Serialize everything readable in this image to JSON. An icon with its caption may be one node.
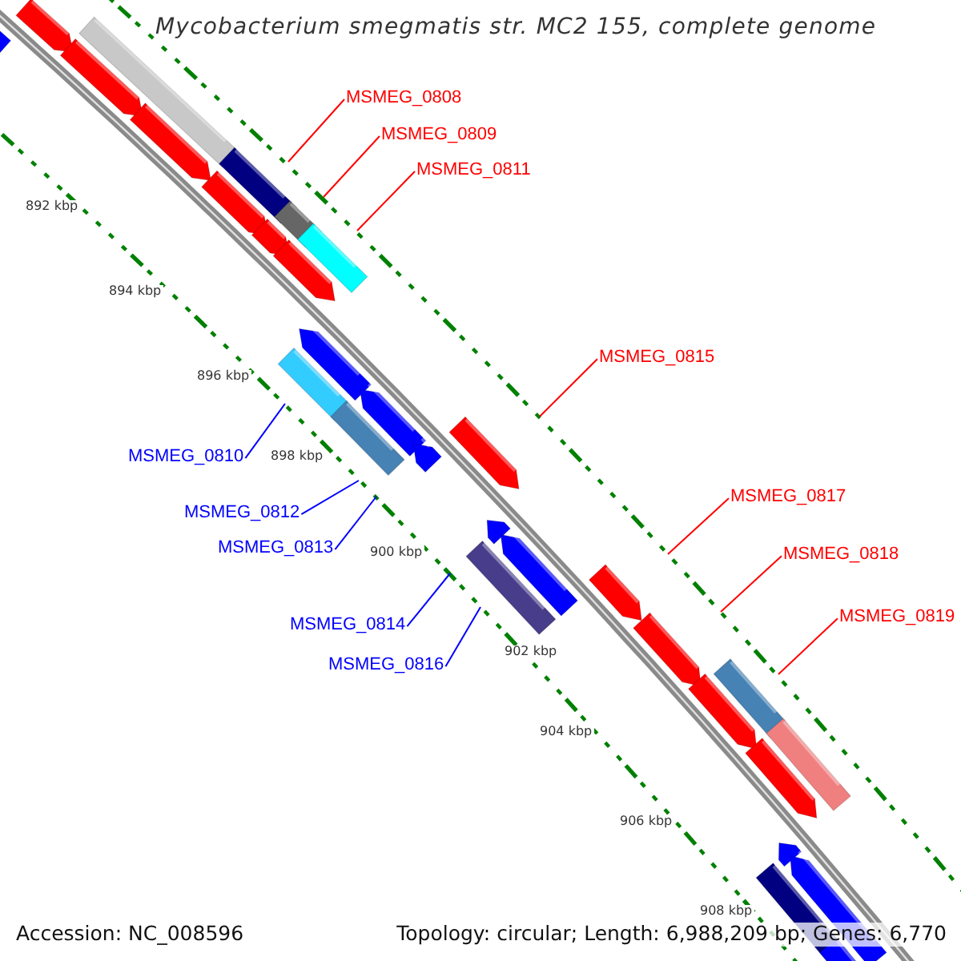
{
  "diagram": {
    "title": "Mycobacterium smegmatis str. MC2 155, complete genome",
    "nodes": [
      {
        "text": [
          "MSMEG_0808"
        ]
      },
      {
        "text": [
          "MSMEG_0809"
        ]
      },
      {
        "text": [
          "MSMEG_0811"
        ]
      },
      {
        "text": [
          "MSMEG_0815"
        ]
      },
      {
        "text": [
          "MSMEG_0810"
        ]
      },
      {
        "text": [
          "MSMEG_0817"
        ]
      },
      {
        "text": [
          "MSMEG_0812"
        ]
      },
      {
        "text": [
          "MSMEG_0813"
        ]
      },
      {
        "text": [
          "MSMEG_0818"
        ]
      },
      {
        "text": [
          "MSMEG_0819"
        ]
      },
      {
        "text": [
          "MSMEG_0814"
        ]
      },
      {
        "text": [
          "MSMEG_0816"
        ]
      }
    ],
    "edges": [
      {
        "from": 0,
        "to": null,
        "arrow": "none",
        "color": "#ff0000"
      },
      {
        "from": 1,
        "to": null,
        "arrow": "none",
        "color": "#ff0000"
      },
      {
        "from": 2,
        "to": null,
        "arrow": "none",
        "color": "#ff0000"
      },
      {
        "from": 3,
        "to": null,
        "arrow": "none",
        "color": "#ff0000"
      },
      {
        "from": 4,
        "to": null,
        "arrow": "none",
        "color": "#0000ff"
      },
      {
        "from": 5,
        "to": null,
        "arrow": "none",
        "color": "#ff0000"
      },
      {
        "from": 6,
        "to": null,
        "arrow": "none",
        "color": "#0000ff"
      },
      {
        "from": 7,
        "to": null,
        "arrow": "none",
        "color": "#0000ff"
      },
      {
        "from": 8,
        "to": null,
        "arrow": "none",
        "color": "#ff0000"
      },
      {
        "from": 9,
        "to": null,
        "arrow": "none",
        "color": "#ff0000"
      },
      {
        "from": 10,
        "to": null,
        "arrow": "none",
        "color": "#0000ff"
      },
      {
        "from": 11,
        "to": null,
        "arrow": "none",
        "color": "#0000ff"
      }
    ],
    "labels": [
      "892 kbp",
      "894 kbp",
      "896 kbp",
      "898 kbp",
      "900 kbp",
      "902 kbp",
      "904 kbp",
      "906 kbp",
      "908 kbp",
      "Accession: NC_008596",
      "Topology: circular; Length: 6,988,209 bp; Genes: 6,770"
    ]
  }
}
